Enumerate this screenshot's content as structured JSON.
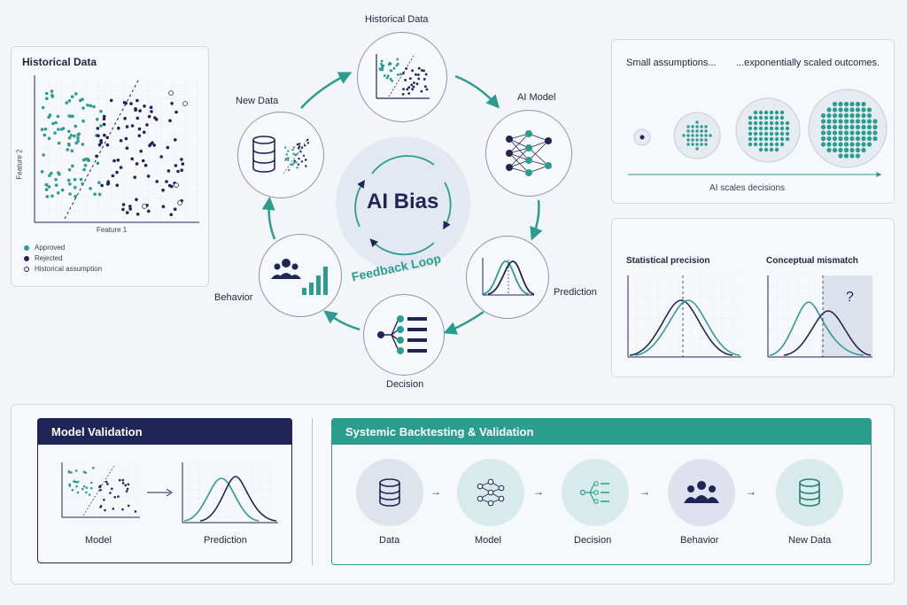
{
  "colors": {
    "teal": "#2a9d8f",
    "navy": "#1f2557",
    "bg": "#f3f5f9",
    "border": "#d3d9e3"
  },
  "scatter_panel": {
    "title": "Historical Data",
    "ylabel": "Feature 2",
    "xlabel": "Feature 1",
    "legend": [
      {
        "label": "Approved",
        "color": "#2a9d8f",
        "symbol": "filled-dot"
      },
      {
        "label": "Rejected",
        "color": "#1f2557",
        "symbol": "filled-dot"
      },
      {
        "label": "Historical assumption",
        "color": "#1f2557",
        "symbol": "hollow-dot"
      }
    ]
  },
  "loop": {
    "center_title": "AI Bias",
    "center_subtitle": "Feedback Loop",
    "nodes": [
      {
        "id": "historical-data",
        "label": "Historical Data",
        "icon": "scatter-chart-icon"
      },
      {
        "id": "ai-model",
        "label": "AI Model",
        "icon": "neural-network-icon"
      },
      {
        "id": "prediction",
        "label": "Prediction",
        "icon": "distribution-curves-icon"
      },
      {
        "id": "decision",
        "label": "Decision",
        "icon": "decision-tree-icon"
      },
      {
        "id": "behavior",
        "label": "Behavior",
        "icon": "people-bars-icon"
      },
      {
        "id": "new-data",
        "label": "New Data",
        "icon": "database-scatter-icon"
      }
    ]
  },
  "scaling_panel": {
    "left_caption": "Small assumptions...",
    "right_caption": "...exponentially scaled outcomes.",
    "axis_label": "AI scales decisions"
  },
  "precision_panel": {
    "left_title": "Statistical precision",
    "right_title": "Conceptual mismatch",
    "mark": "?"
  },
  "model_validation": {
    "title": "Model Validation",
    "left_label": "Model",
    "right_label": "Prediction"
  },
  "systemic": {
    "title": "Systemic Backtesting & Validation",
    "steps": [
      {
        "label": "Data",
        "icon": "database-icon"
      },
      {
        "label": "Model",
        "icon": "network-icon"
      },
      {
        "label": "Decision",
        "icon": "decision-branch-icon"
      },
      {
        "label": "Behavior",
        "icon": "people-icon"
      },
      {
        "label": "New Data",
        "icon": "database-icon"
      }
    ]
  }
}
